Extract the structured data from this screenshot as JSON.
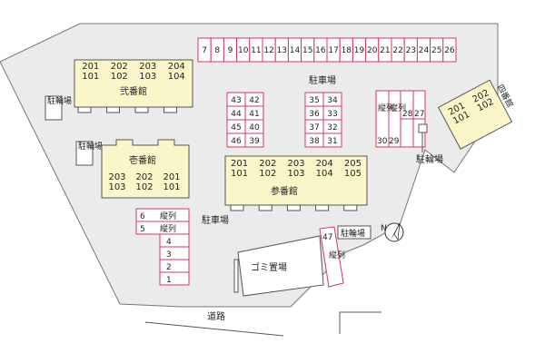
{
  "colors": {
    "site": "#ebebeb",
    "building": "#fbf6c9",
    "parking_stroke": "#d9355a",
    "text": "#222222"
  },
  "buildings": {
    "ichi": {
      "name": "壱番館",
      "top": [
        "203",
        "202",
        "201"
      ],
      "bottom": [
        "103",
        "102",
        "101"
      ]
    },
    "ni": {
      "name": "弐番館",
      "top": [
        "201",
        "202",
        "203",
        "204"
      ],
      "bottom": [
        "101",
        "102",
        "103",
        "104"
      ]
    },
    "san": {
      "name": "参番館",
      "top": [
        "201",
        "202",
        "203",
        "204",
        "205"
      ],
      "bottom": [
        "101",
        "102",
        "103",
        "104",
        "105"
      ]
    },
    "yon": {
      "name": "四番館",
      "top": [
        "201",
        "202"
      ],
      "bottom": [
        "101",
        "102"
      ]
    }
  },
  "labels": {
    "parking": "駐車場",
    "bike": "駐輪場",
    "garbage": "ゴミ置場",
    "road": "道路",
    "tandem": "縦列"
  },
  "parking": {
    "top_row": [
      "7",
      "8",
      "9",
      "10",
      "11",
      "12",
      "13",
      "14",
      "15",
      "16",
      "17",
      "18",
      "19",
      "20",
      "21",
      "22",
      "23",
      "24",
      "25",
      "26"
    ],
    "block_a": [
      [
        "43",
        "42"
      ],
      [
        "44",
        "41"
      ],
      [
        "45",
        "40"
      ],
      [
        "46",
        "39"
      ]
    ],
    "block_b": [
      [
        "35",
        "34"
      ],
      [
        "36",
        "33"
      ],
      [
        "37",
        "32"
      ],
      [
        "38",
        "31"
      ]
    ],
    "right_pair_top": [
      "28",
      "27"
    ],
    "right_pair_bottom": [
      "30",
      "29"
    ],
    "left_column_tandem": [
      "6",
      "5"
    ],
    "left_column": [
      "4",
      "3",
      "2",
      "1"
    ],
    "near_garbage": "47"
  }
}
